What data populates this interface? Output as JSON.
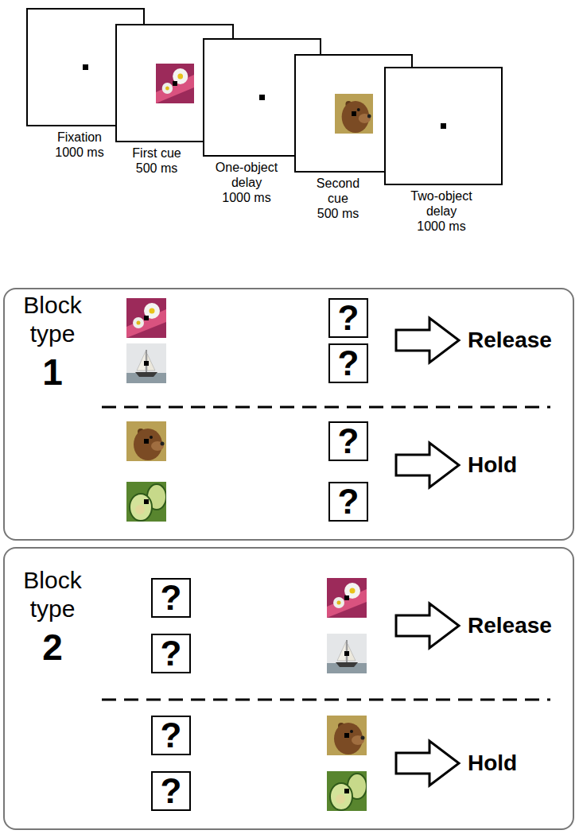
{
  "diagram": {
    "nodes": [
      {
        "text": [
          "Fixation",
          "1000 ms"
        ]
      },
      {
        "text": [
          "First cue",
          "500 ms"
        ]
      },
      {
        "text": [
          "One-object delay",
          "1000 ms"
        ]
      },
      {
        "text": [
          "Second cue",
          "500 ms"
        ]
      },
      {
        "text": [
          "Two-object delay",
          "1000 ms"
        ]
      },
      {
        "text": [
          "Block type",
          "1"
        ]
      },
      {
        "text": [
          "?"
        ],
        "in": 5
      },
      {
        "text": [
          "?"
        ],
        "in": 5
      },
      {
        "text": [
          "?"
        ],
        "in": 5
      },
      {
        "text": [
          "?"
        ],
        "in": 5
      },
      {
        "text": [
          "Block type",
          "2"
        ]
      },
      {
        "text": [
          "?"
        ],
        "in": 10
      },
      {
        "text": [
          "?"
        ],
        "in": 10
      },
      {
        "text": [
          "?"
        ],
        "in": 10
      },
      {
        "text": [
          "?"
        ],
        "in": 10
      }
    ],
    "labels": [
      "Release",
      "Hold",
      "Release",
      "Hold"
    ]
  }
}
